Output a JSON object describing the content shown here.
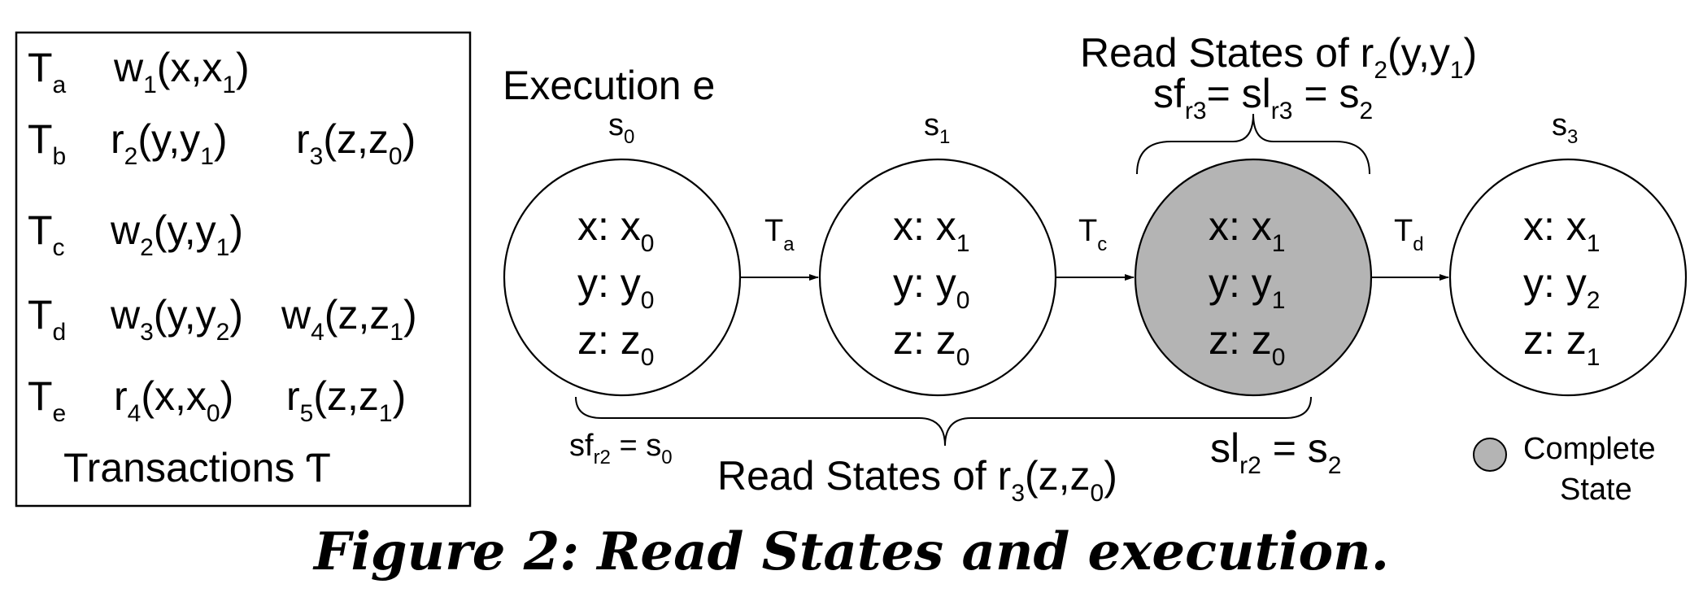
{
  "transactions_box": {
    "rows": [
      {
        "t_base": "T",
        "t_sub": "a",
        "ops": [
          {
            "base": "w",
            "sub": "1",
            "args": [
              "x,x",
              "1",
              ")"
            ]
          }
        ]
      },
      {
        "t_base": "T",
        "t_sub": "b",
        "ops": [
          {
            "base": "r",
            "sub": "2",
            "args": [
              "y,y",
              "1",
              ")"
            ]
          },
          {
            "base": "r",
            "sub": "3",
            "args": [
              "z,z",
              "0",
              ")"
            ]
          }
        ]
      },
      {
        "t_base": "T",
        "t_sub": "c",
        "ops": [
          {
            "base": "w",
            "sub": "2",
            "args": [
              "y,y",
              "1",
              ")"
            ]
          }
        ]
      },
      {
        "t_base": "T",
        "t_sub": "d",
        "ops": [
          {
            "base": "w",
            "sub": "3",
            "args": [
              "y,y",
              "2",
              ")"
            ]
          },
          {
            "base": "w",
            "sub": "4",
            "args": [
              "z,z",
              "1",
              ")"
            ]
          }
        ]
      },
      {
        "t_base": "T",
        "t_sub": "e",
        "ops": [
          {
            "base": "r",
            "sub": "4",
            "args": [
              "x,x",
              "0",
              ")"
            ]
          },
          {
            "base": "r",
            "sub": "5",
            "args": [
              "z,z",
              "1",
              ")"
            ]
          }
        ]
      }
    ],
    "label": "Transactions Ƭ"
  },
  "execution_label": "Execution e",
  "states": [
    {
      "name": "s",
      "sub": "0",
      "complete": false,
      "vals": [
        [
          "x: x",
          "0"
        ],
        [
          "y: y",
          "0"
        ],
        [
          "z: z",
          "0"
        ]
      ]
    },
    {
      "name": "s",
      "sub": "1",
      "complete": false,
      "vals": [
        [
          "x: x",
          "1"
        ],
        [
          "y: y",
          "0"
        ],
        [
          "z: z",
          "0"
        ]
      ]
    },
    {
      "name": "s",
      "sub": "2",
      "complete": true,
      "vals": [
        [
          "x: x",
          "1"
        ],
        [
          "y: y",
          "1"
        ],
        [
          "z: z",
          "0"
        ]
      ]
    },
    {
      "name": "s",
      "sub": "3",
      "complete": false,
      "vals": [
        [
          "x: x",
          "1"
        ],
        [
          "y: y",
          "2"
        ],
        [
          "z: z",
          "1"
        ]
      ]
    }
  ],
  "transitions": [
    {
      "base": "T",
      "sub": "a"
    },
    {
      "base": "T",
      "sub": "c"
    },
    {
      "base": "T",
      "sub": "d"
    }
  ],
  "read_states_r2": {
    "title_prefix": "Read States of r",
    "title_sub": "2",
    "title_suffix": "(y,y",
    "title_sub2": "1",
    "title_end": ")",
    "eq": {
      "sf": "sf",
      "sf_sub": "r3",
      "mid": "= sl",
      "sl_sub": "r3",
      "end": " = s",
      "end_sub": "2"
    }
  },
  "read_states_r3": {
    "title_prefix": "Read States of r",
    "title_sub": "3",
    "title_suffix": "(z,z",
    "title_sub2": "0",
    "title_end": ")",
    "sf": {
      "base": "sf",
      "sub": "r2",
      "mid": " = s",
      "end_sub": "0"
    },
    "sl": {
      "base": "sl",
      "sub": "r2",
      "mid": " = s",
      "end_sub": "2"
    }
  },
  "legend": {
    "line1": "Complete",
    "line2": "State",
    "fill": "#b4b4b4"
  },
  "caption": "Figure 2: Read States and execution.",
  "colors": {
    "complete_state": "#b4b4b4",
    "stroke": "#000000"
  }
}
